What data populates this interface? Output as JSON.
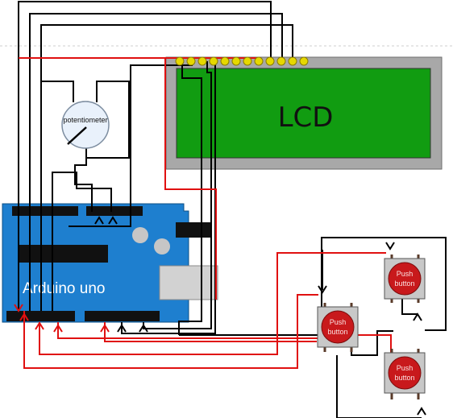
{
  "lcd": {
    "label": "LCD"
  },
  "arduino": {
    "label": "Arduino uno"
  },
  "potentiometer": {
    "label": "potentiometer"
  },
  "buttons": [
    {
      "line1": "Push",
      "line2": "button"
    },
    {
      "line1": "Push",
      "line2": "button"
    },
    {
      "line1": "Push",
      "line2": "button"
    }
  ],
  "colors": {
    "arduino_board": "#1e7fcf",
    "lcd_screen": "#119c11",
    "lcd_frame": "#a8a8a8",
    "signal_wire": "#e01010",
    "ground_wire": "#000000",
    "button_cap": "#c8191c",
    "lcd_pins": "#e6d800"
  }
}
